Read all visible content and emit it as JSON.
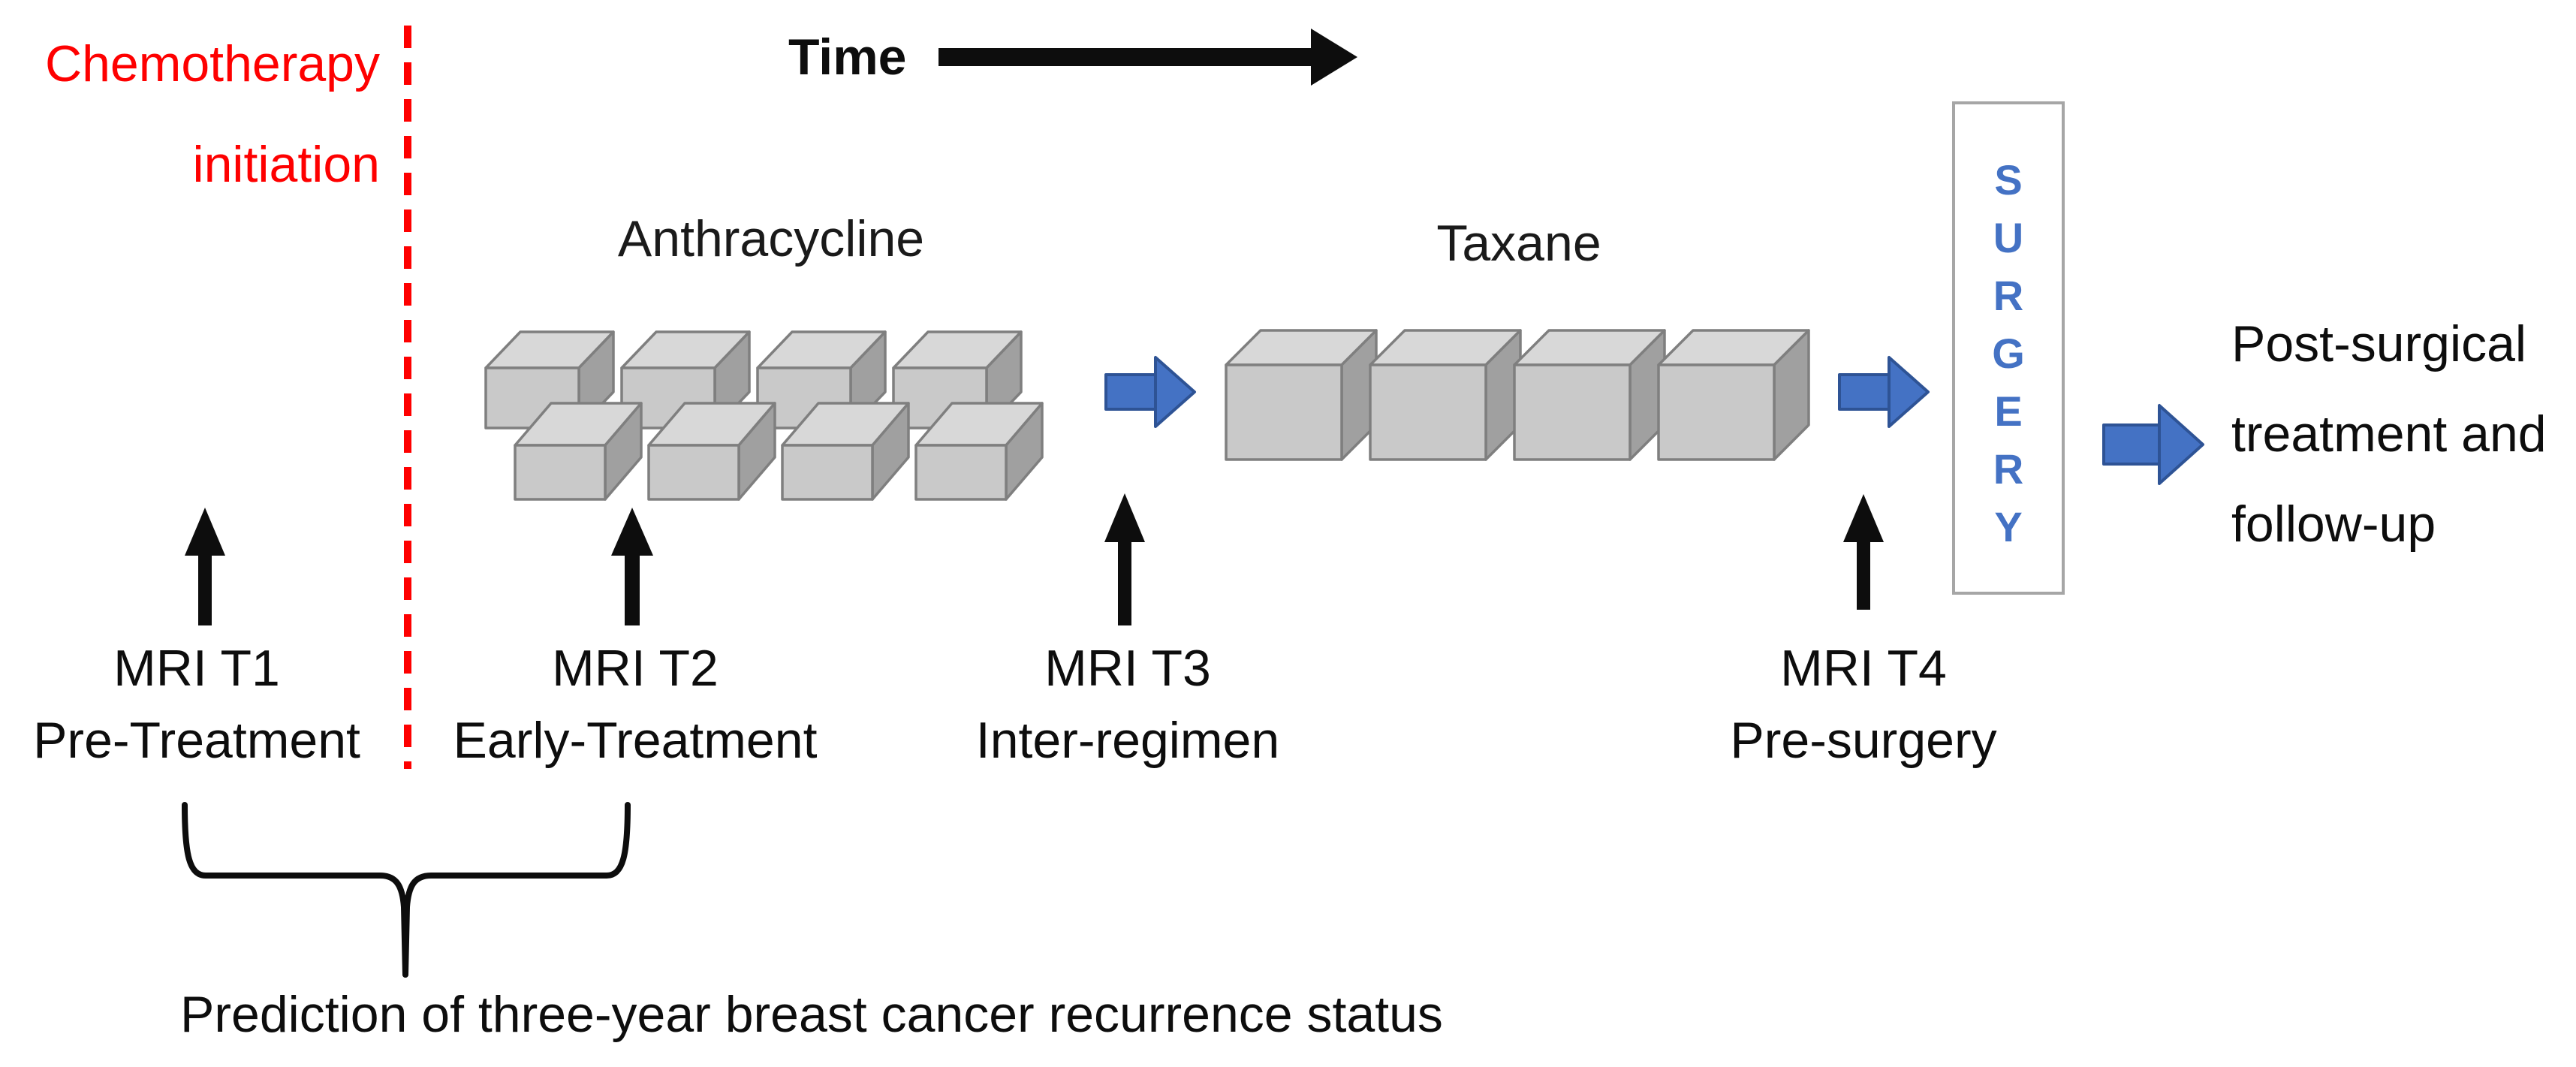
{
  "chemo_initiation": {
    "line1": "Chemotherapy",
    "line2": "initiation"
  },
  "timeline": {
    "label": "Time"
  },
  "regimens": {
    "anthracycline": {
      "label": "Anthracycline",
      "back_row_cubes": 4,
      "front_row_cubes": 4
    },
    "taxane": {
      "label": "Taxane",
      "cubes": 4
    }
  },
  "mri_timepoints": [
    {
      "name": "MRI T1",
      "phase": "Pre-Treatment"
    },
    {
      "name": "MRI T2",
      "phase": "Early-Treatment"
    },
    {
      "name": "MRI T3",
      "phase": "Inter-regimen"
    },
    {
      "name": "MRI T4",
      "phase": "Pre-surgery"
    }
  ],
  "surgery": {
    "label": "SURGERY",
    "letters": [
      "S",
      "U",
      "R",
      "G",
      "E",
      "R",
      "Y"
    ]
  },
  "post_surgery": {
    "text": "Post-surgical treatment and follow-up"
  },
  "prediction": {
    "text": "Prediction of three-year breast cancer recurrence status"
  },
  "icons": {
    "time_arrow": "right-arrow",
    "flow_arrows": "blue-right-arrow",
    "mri_markers": "black-up-arrow",
    "grouping": "horizontal-brace"
  },
  "colors": {
    "accent_red": "#fe0000",
    "accent_blue": "#4472c4",
    "blue_stroke": "#2e5395",
    "black": "#0d0d0d",
    "cube_top": "#d8d8d8",
    "cube_front": "#c9c9c9",
    "cube_side": "#a0a0a0",
    "cube_stroke": "#7f7f7f",
    "box_border": "#a6a6a6"
  }
}
